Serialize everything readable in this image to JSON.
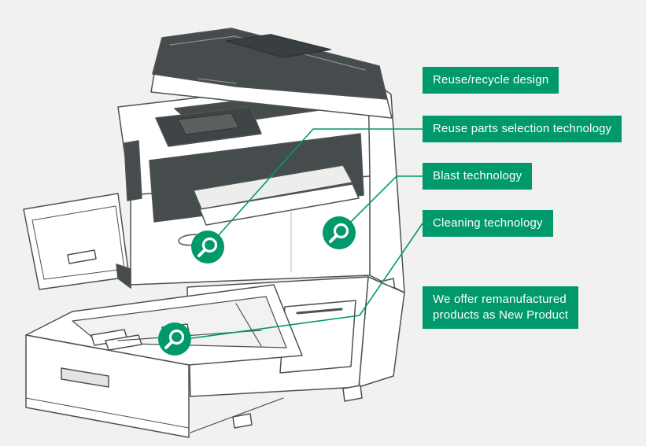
{
  "palette": {
    "background": "#f1f1ef",
    "accent_green": "#00996B",
    "line_gray": "#4d5351",
    "dark_fill": "#464b4d",
    "label_text": "#ffffff"
  },
  "illustration": {
    "name": "multifunction printer remanufacturing diagram",
    "marker_icon": "magnifier-icon"
  },
  "callouts": [
    {
      "text": "Reuse/recycle design"
    },
    {
      "text": "Reuse parts selection technology"
    },
    {
      "text": "Blast technology"
    },
    {
      "text": "Cleaning technology"
    },
    {
      "text": "We offer remanufactured\nproducts as New Product"
    }
  ]
}
